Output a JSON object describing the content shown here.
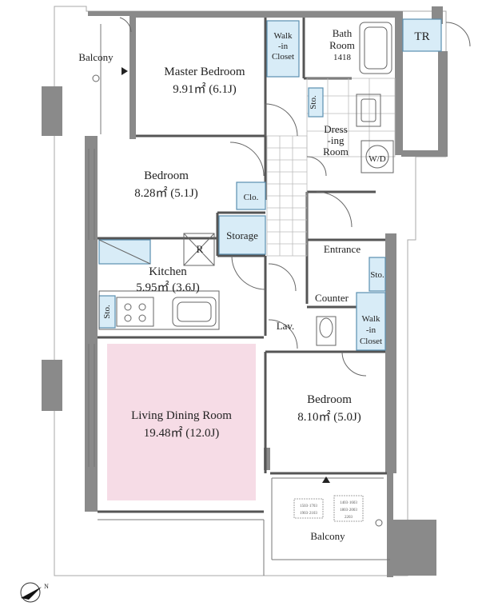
{
  "rooms": {
    "master_bedroom": {
      "name": "Master Bedroom",
      "area": "9.91㎡ (6.1J)"
    },
    "bedroom_1": {
      "name": "Bedroom",
      "area": "8.28㎡ (5.1J)"
    },
    "kitchen": {
      "name": "Kitchen",
      "area": "5.95㎡ (3.6J)"
    },
    "living": {
      "name": "Living Dining Room",
      "area": "19.48㎡ (12.0J)"
    },
    "bedroom_2": {
      "name": "Bedroom",
      "area": "8.10㎡ (5.0J)"
    },
    "bath": {
      "line1": "Bath",
      "line2": "Room",
      "line3": "1418"
    },
    "dressing": {
      "line1": "Dress",
      "line2": "-ing",
      "line3": "Room"
    },
    "entrance": "Entrance",
    "counter": "Counter",
    "storage": "Storage",
    "lav": "Lav.",
    "tr": "TR",
    "wd": "W/D",
    "refrigerator": "R",
    "closet": "Clo.",
    "storage_small": "Sto.",
    "walk_in_1": {
      "line1": "Walk",
      "line2": "-in",
      "line3": "Closet"
    },
    "walk_in_2": {
      "line1": "Walk",
      "line2": "-in",
      "line3": "Closet"
    },
    "balcony_top": "Balcony",
    "balcony_bottom": "Balcony"
  },
  "colors": {
    "wall": "#8a8a8a",
    "storage_fill": "#d8ecf7",
    "storage_stroke": "#5b8fb0",
    "living_fill": "#f6dce6",
    "line": "#444444"
  },
  "compass": {
    "label": "N"
  },
  "balcony_notes": {
    "left_1": "1503·1703",
    "left_2": "1903·2103",
    "right_1": "1403·1603",
    "right_2": "1803·2003",
    "right_3": "2203"
  }
}
